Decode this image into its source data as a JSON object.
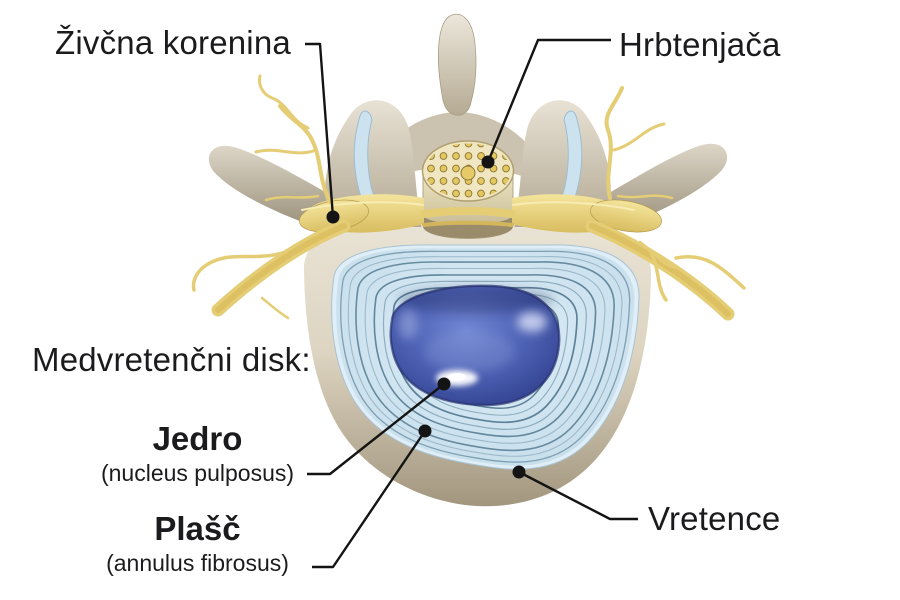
{
  "figure": {
    "labels": {
      "nerve_root": "Živčna korenina",
      "spinal_cord": "Hrbtenjača",
      "disc_heading": "Medvretenčni disk:",
      "nucleus": {
        "name": "Jedro",
        "latin": "(nucleus pulposus)"
      },
      "annulus": {
        "name": "Plašč",
        "latin": "(annulus fibrosus)"
      },
      "vertebra": "Vretence"
    },
    "colors": {
      "background": "#ffffff",
      "label_text": "#1b1b1d",
      "leader_line": "#141414",
      "bone_light": "#e9e3d5",
      "bone_shadow": "#978d79",
      "cartilage_blue": "#cde2ef",
      "nerve_yellow": "#e4cd74",
      "cord_face": "#f0e7c2",
      "fascicle_gold": "#e3c75f",
      "annulus_blue": "#cfe6f2",
      "annulus_ring": "#5f8196",
      "nucleus_blue": "#4f63b6"
    }
  }
}
